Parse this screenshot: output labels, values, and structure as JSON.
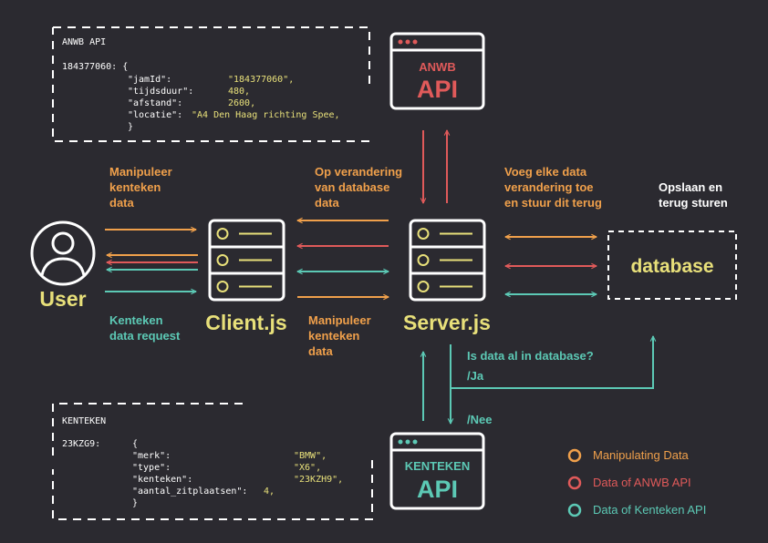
{
  "colors": {
    "background": "#2b2a30",
    "white": "#ffffff",
    "orange": "#f0a04b",
    "red": "#e05a5a",
    "teal": "#5cc9b5",
    "yellow": "#e8e07a"
  },
  "anwb_code": {
    "title": "ANWB API",
    "id_line": "184377060: {",
    "fields": [
      {
        "key": "\"jamId\":",
        "value": "\"184377060\","
      },
      {
        "key": "\"tijdsduur\":",
        "value": "480,"
      },
      {
        "key": "\"afstand\":",
        "value": "2600,"
      },
      {
        "key": "\"locatie\":",
        "value": "\"A4 Den Haag richting Spee,"
      }
    ],
    "close": "}"
  },
  "kenteken_code": {
    "title": "KENTEKEN",
    "id_line": "23KZG9:",
    "open": "{",
    "fields": [
      {
        "key": "\"merk\":",
        "value": "\"BMW\","
      },
      {
        "key": "\"type\":",
        "value": "\"X6\","
      },
      {
        "key": "\"kenteken\":",
        "value": "\"23KZH9\","
      },
      {
        "key": "\"aantal_zitplaatsen\":",
        "value": "4,"
      }
    ],
    "close": "}"
  },
  "anwb_api": {
    "line1": "ANWB",
    "line2": "API"
  },
  "kenteken_api": {
    "line1": "KENTEKEN",
    "line2": "API"
  },
  "nodes": {
    "user": "User",
    "client": "Client.js",
    "server": "Server.js",
    "database": "database"
  },
  "labels": {
    "manip_user": [
      "Manipuleer",
      "kenteken",
      "data"
    ],
    "kenteken_request": [
      "Kenteken",
      "data request"
    ],
    "on_change": [
      "Op verandering",
      "van database",
      "data"
    ],
    "manip_server": [
      "Manipuleer",
      "kenteken",
      "data"
    ],
    "add_data": [
      "Voeg elke data",
      "verandering toe",
      "en stuur dit terug"
    ],
    "store": [
      "Opslaan en",
      "terug sturen"
    ],
    "question": "Is data al in database?",
    "yes": "/Ja",
    "no": "/Nee"
  },
  "legend": [
    {
      "label": "Manipulating Data",
      "color": "#f0a04b"
    },
    {
      "label": "Data of ANWB API",
      "color": "#e05a5a"
    },
    {
      "label": "Data of Kenteken API",
      "color": "#5cc9b5"
    }
  ]
}
